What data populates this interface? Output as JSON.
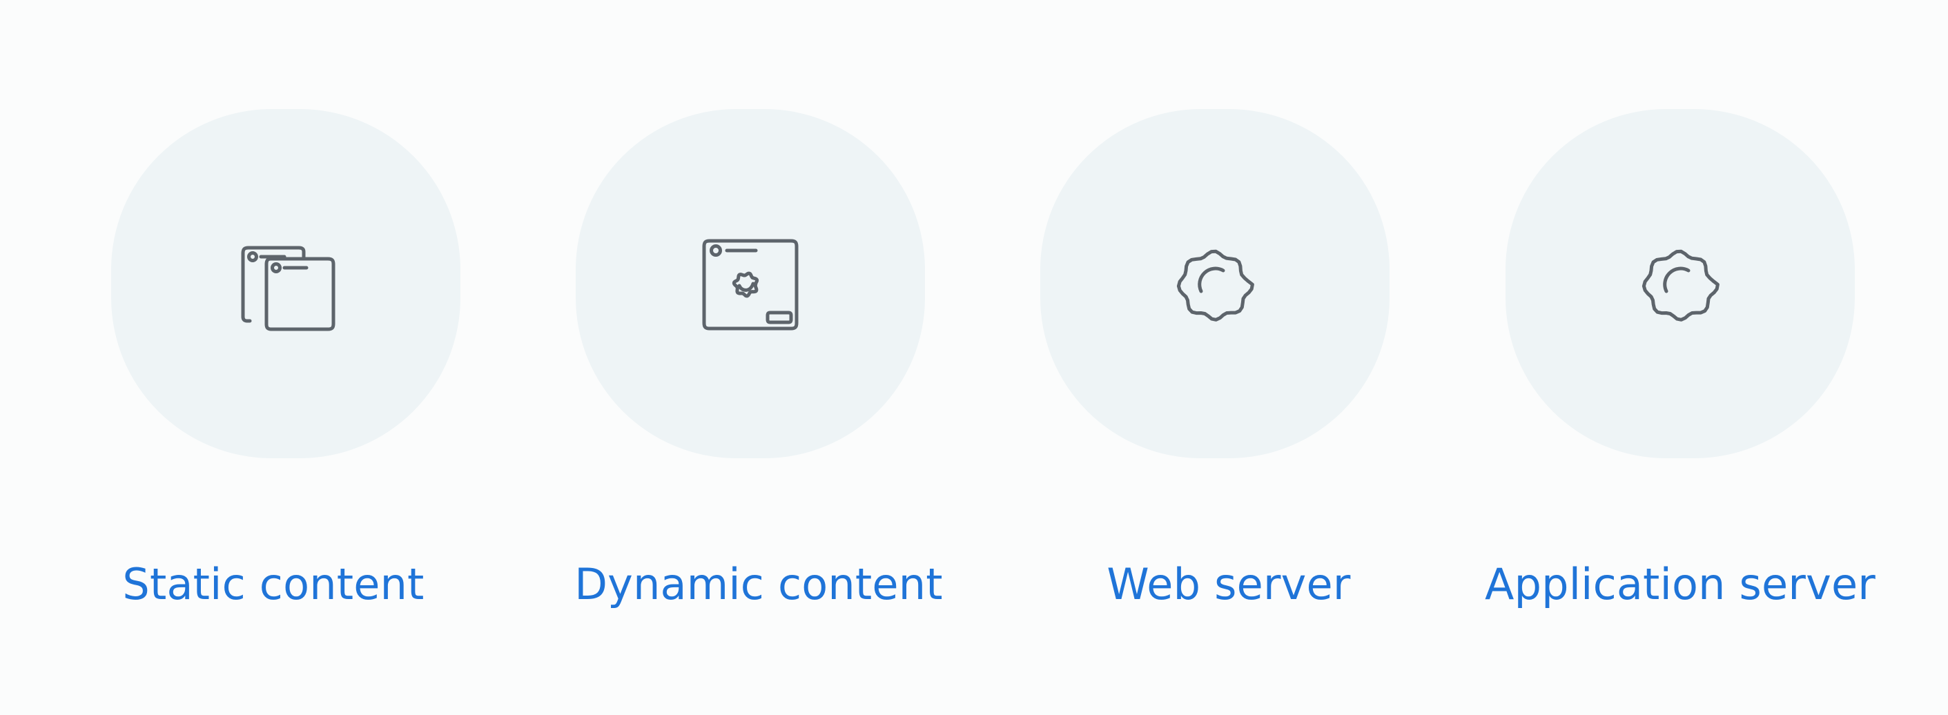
{
  "items": [
    {
      "label": "Static content",
      "icon": "stacked-windows-icon"
    },
    {
      "label": "Dynamic content",
      "icon": "window-gear-icon"
    },
    {
      "label": "Web server",
      "icon": "gear-icon"
    },
    {
      "label": "Application server",
      "icon": "gear-icon"
    }
  ],
  "colors": {
    "label": "#1f74d8",
    "circle": "#eef4f6",
    "icon": "#5d646b",
    "background": "#fbfcfc"
  }
}
